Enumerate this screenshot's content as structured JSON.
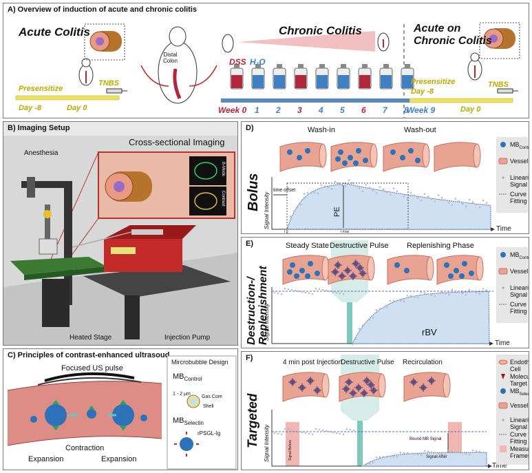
{
  "colors": {
    "vessel": "#e8a393",
    "vessel_dark": "#c86f5d",
    "bubble": "#2b72b8",
    "green": "#28a846",
    "teal": "#7fc8bf",
    "dss_red": "#b2283a",
    "h2o_blue": "#3f7fc4",
    "yellow": "#efe44b",
    "area_blue": "#cfe0f2"
  },
  "panel_a": {
    "title": "A) Overview of induction of acute and chronic colitis",
    "acute_title": "Acute Colitis",
    "distal_colon": "Distal\nColon",
    "chronic_title": "Chronic Colitis",
    "dss": "DSS",
    "h2o": "H₂O",
    "acute_chronic_title": "Acute on\nChronic Colitis",
    "presensitize": "Presensitize",
    "tnbs": "TNBS",
    "day_m8": "Day -8",
    "day_0": "Day 0",
    "weeks": [
      "Week 0",
      "1",
      "2",
      "3",
      "4",
      "5",
      "6",
      "7",
      "8"
    ],
    "week_colors": [
      "dss",
      "h2o",
      "h2o",
      "dss",
      "h2o",
      "h2o",
      "dss",
      "h2o",
      "h2o"
    ],
    "week9": "Week 9",
    "presensitize2": "Presensitize",
    "day_m8_2": "Day -8",
    "tnbs2": "TNBS",
    "day_0_2": "Day 0"
  },
  "panel_b": {
    "title": "B) Imaging Setup",
    "cross": "Cross-sectional Imaging",
    "anesthesia": "Anesthesia",
    "heated_stage": "Heated Stage",
    "injection_pump": "Injection Pump",
    "bmode": "B-Mode",
    "contrast": "Contrast"
  },
  "panel_c": {
    "title": "C) Principles of contrast-enhanced ultrasoud",
    "focused": "Focused US pulse",
    "contraction": "Contraction",
    "expansion1": "Expansion",
    "expansion2": "Expansion",
    "design_title": "Mircrobubble Design",
    "mb_control": "MB",
    "mb_control_sub": "Control",
    "size": "1 - 2 µm",
    "gas_core": "Gas Core",
    "shell": "Shell",
    "mb_selectin": "MB",
    "mb_selectin_sub": "Selectin",
    "rpsgl": "rPSGL-Ig"
  },
  "panel_d": {
    "label": "D)",
    "side": "Bolus",
    "wash_in": "Wash-in",
    "wash_out": "Wash-out",
    "time_offset": "time offset",
    "pe": "PE",
    "ylabel": "Signal Intensity",
    "xlabel": "Time",
    "t0": "t 0",
    "tmax": "t max",
    "legend": [
      "MBControl",
      "Vessel",
      "Linearized\nSignal",
      "Curve\nFitting"
    ]
  },
  "panel_e": {
    "label": "E)",
    "side": "Destruction-/\nReplenishment",
    "steady": "Steady State",
    "destructive": "Destructive Pulse",
    "replenish": "Replenishing Phase",
    "rbv": "rBV",
    "ylabel": "Signal Intensity",
    "xlabel": "Time",
    "legend": [
      "MBControl",
      "Vessel",
      "Linearized\nSignal",
      "Curve\nFitting"
    ]
  },
  "panel_f": {
    "label": "F)",
    "side": "Targeted",
    "post_inj": "4 min post Injection",
    "destructive": "Destructive Pulse",
    "recirc": "Recirculation",
    "signal_before": "Signal Before",
    "bound": "Bound MB Signal",
    "signal_after": "Signal After",
    "ylabel": "Signal Intensity",
    "xlabel": "Time",
    "legend": [
      "Endothelial\nCell",
      "Molecular\nTarget",
      "MBSelectin",
      "Vessel",
      "Linearized\nSignal",
      "Curve\nFitting",
      "Measured\nFrames"
    ]
  }
}
